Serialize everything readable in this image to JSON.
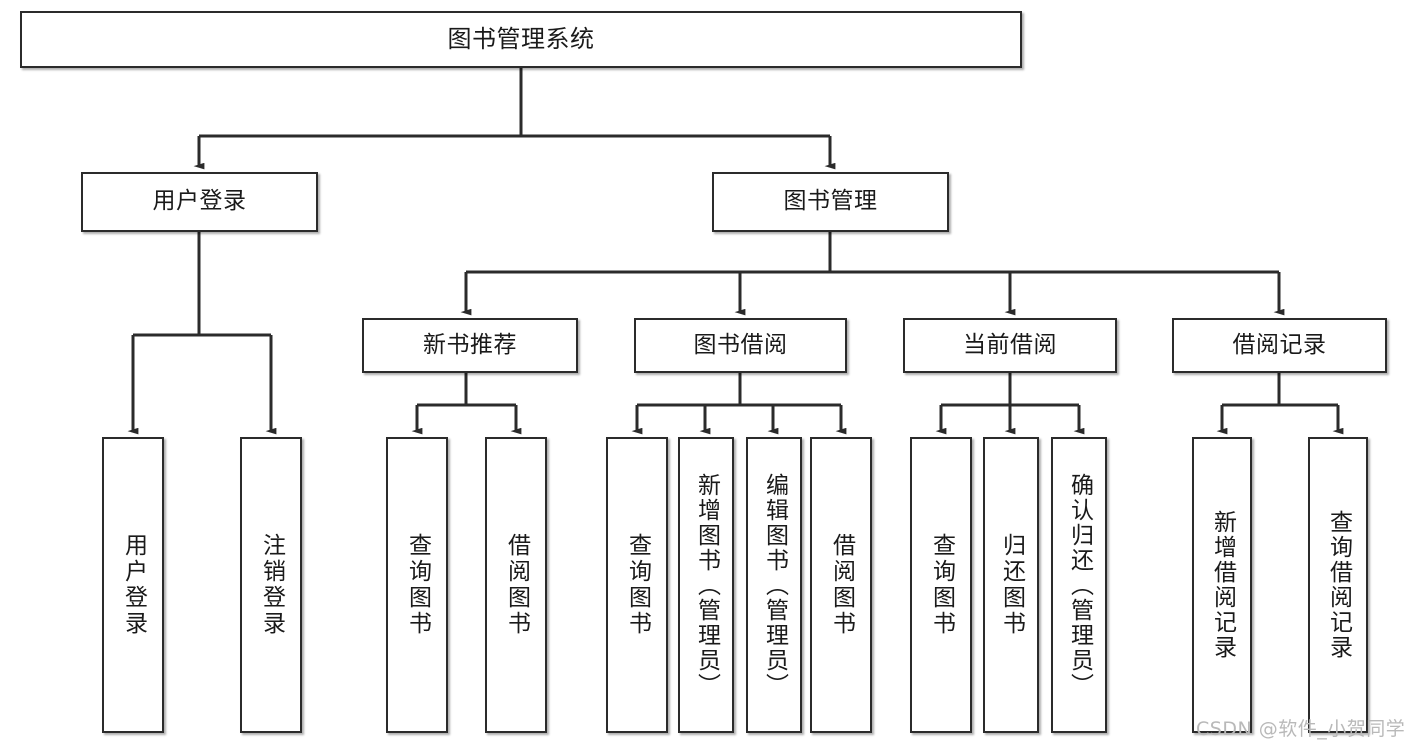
{
  "diagram": {
    "title": "图书管理系统",
    "type": "tree-hierarchy-chart",
    "line_color": "#2b2b2b",
    "box_fill": "#ffffff",
    "text_color": "#1a1a1a"
  },
  "nodes": {
    "root": {
      "label": "图书管理系统"
    },
    "level2": [
      {
        "label": "用户登录"
      },
      {
        "label": "图书管理"
      }
    ],
    "level3": [
      {
        "label": "新书推荐"
      },
      {
        "label": "图书借阅"
      },
      {
        "label": "当前借阅"
      },
      {
        "label": "借阅记录"
      }
    ],
    "leaves": {
      "user_login": [
        {
          "label": "用户登录"
        },
        {
          "label": "注销登录"
        }
      ],
      "new_book_recommend": [
        {
          "label": "查询图书"
        },
        {
          "label": "借阅图书"
        }
      ],
      "book_borrow": [
        {
          "label": "查询图书"
        },
        {
          "label": "新增图书（管理员）"
        },
        {
          "label": "编辑图书（管理员）"
        },
        {
          "label": "借阅图书"
        }
      ],
      "current_borrow": [
        {
          "label": "查询图书"
        },
        {
          "label": "归还图书"
        },
        {
          "label": "确认归还（管理员）"
        }
      ],
      "borrow_record": [
        {
          "label": "新增借阅记录"
        },
        {
          "label": "查询借阅记录"
        }
      ]
    }
  },
  "watermark": {
    "text": "CSDN @软件_小贺同学"
  }
}
